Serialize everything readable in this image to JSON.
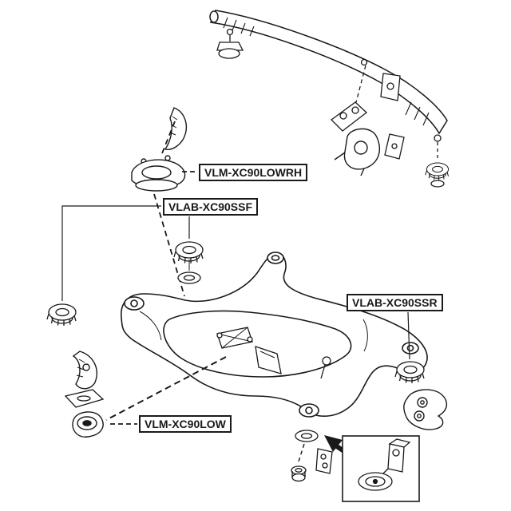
{
  "labels": {
    "lowrh": "VLM-XC90LOWRH",
    "ssf": "VLAB-XC90SSF",
    "ssr": "VLAB-XC90SSR",
    "low": "VLM-XC90LOW"
  },
  "colors": {
    "line": "#1a1a1a",
    "background": "#ffffff",
    "label_border": "#1a1a1a"
  }
}
